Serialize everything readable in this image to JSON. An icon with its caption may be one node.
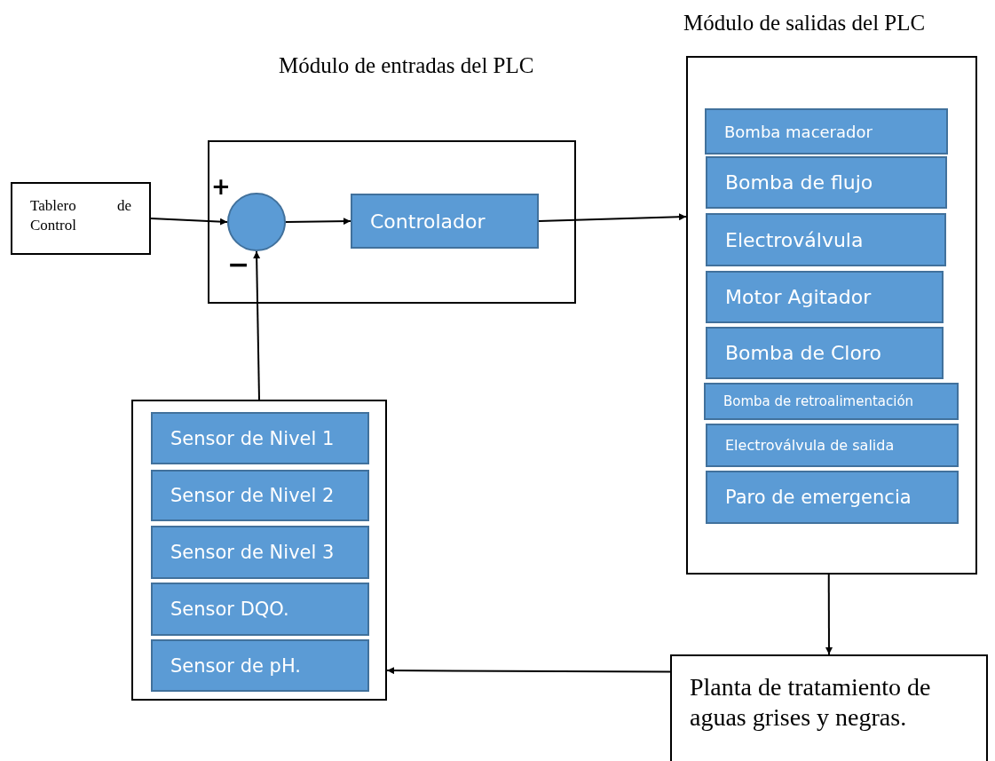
{
  "diagram": {
    "nodes": [
      {
        "text": [
          "Tablero de Control"
        ]
      },
      {
        "text": [
          "Módulo de entradas del PLC"
        ]
      },
      {
        "text": [],
        "shape": "circle",
        "in": 1
      },
      {
        "text": [
          "Controlador"
        ],
        "in": 1
      },
      {
        "text": [
          "Módulo de salidas del PLC"
        ]
      },
      {
        "text": [
          "Bomba macerador"
        ],
        "in": 4
      },
      {
        "text": [
          "Bomba de flujo"
        ],
        "in": 4
      },
      {
        "text": [
          "Electroválvula"
        ],
        "in": 4
      },
      {
        "text": [
          "Motor Agitador"
        ],
        "in": 4
      },
      {
        "text": [
          "Bomba de Cloro"
        ],
        "in": 4
      },
      {
        "text": [
          "Bomba de retroalimentación"
        ],
        "in": 4
      },
      {
        "text": [
          "Electroválvula de salida"
        ],
        "in": 4
      },
      {
        "text": [
          "Paro de emergencia"
        ],
        "in": 4
      },
      {
        "text": [
          "Planta de tratamiento de aguas grises y negras."
        ]
      },
      {
        "text": [],
        "shape": "box"
      },
      {
        "text": [
          "Sensor de Nivel 1"
        ],
        "in": 14
      },
      {
        "text": [
          "Sensor de Nivel 2"
        ],
        "in": 14
      },
      {
        "text": [
          "Sensor de Nivel 3"
        ],
        "in": 14
      },
      {
        "text": [
          "Sensor DQO."
        ],
        "in": 14
      },
      {
        "text": [
          "Sensor de pH."
        ],
        "in": 14
      }
    ],
    "edges": [
      {
        "from": 0,
        "to": 2,
        "arrow": "to"
      },
      {
        "from": 2,
        "to": 3,
        "arrow": "to"
      },
      {
        "from": 3,
        "to": 4,
        "arrow": "to"
      },
      {
        "from": 4,
        "to": 13,
        "arrow": "to"
      },
      {
        "from": 13,
        "to": 14,
        "arrow": "to"
      },
      {
        "from": 14,
        "to": 2,
        "arrow": "to"
      }
    ],
    "labels": [
      "+",
      "−"
    ]
  }
}
